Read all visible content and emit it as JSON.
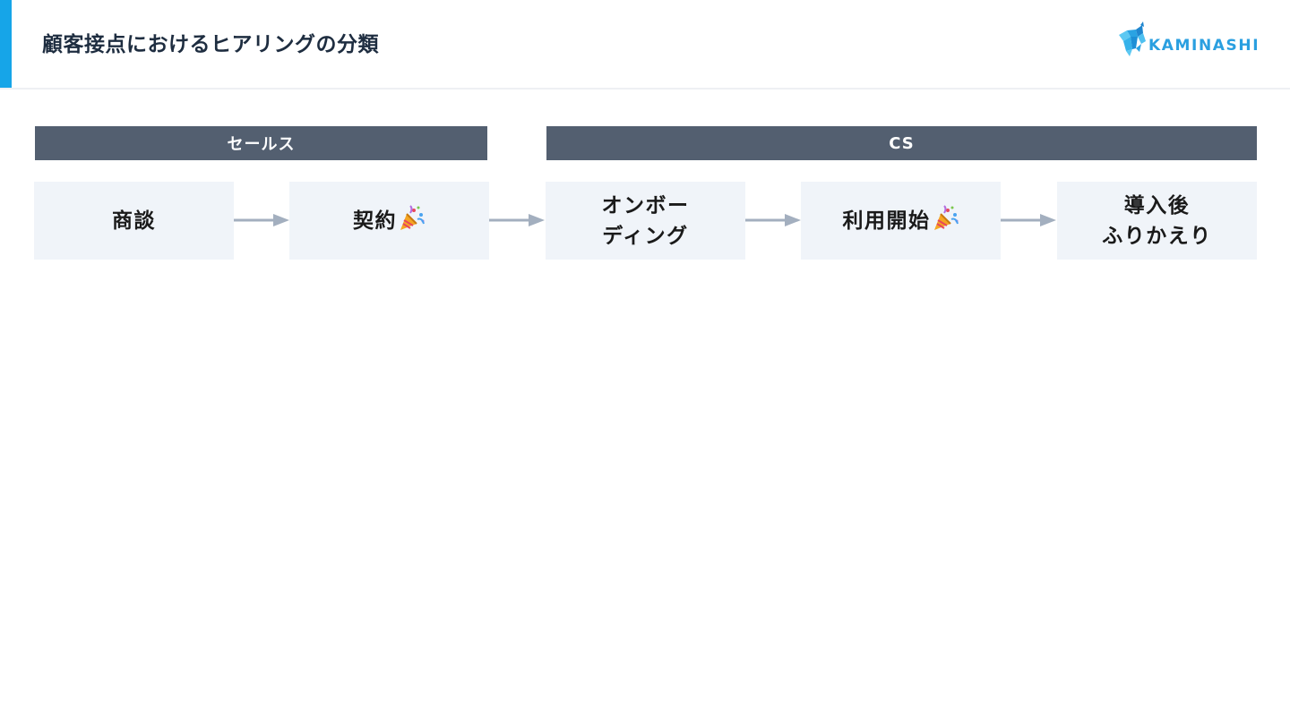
{
  "header": {
    "title": "顧客接点におけるヒアリングの分類",
    "accent_color": "#16a5e8",
    "logo_text": "KAMINASHI",
    "logo_icon": "goat-logo-icon"
  },
  "phases": [
    {
      "label": "セールス",
      "color": "#535f70"
    },
    {
      "label": "CS",
      "color": "#535f70"
    }
  ],
  "steps": [
    {
      "line1": "商談",
      "line2": "",
      "emoji": ""
    },
    {
      "line1": "契約",
      "line2": "",
      "emoji": "party-popper-icon"
    },
    {
      "line1": "オンボー",
      "line2": "ディング",
      "emoji": ""
    },
    {
      "line1": "利用開始",
      "line2": "",
      "emoji": "party-popper-icon"
    },
    {
      "line1": "導入後",
      "line2": "ふりかえり",
      "emoji": ""
    }
  ],
  "arrow_color": "#a3afbf",
  "step_background": "#f0f4f9"
}
